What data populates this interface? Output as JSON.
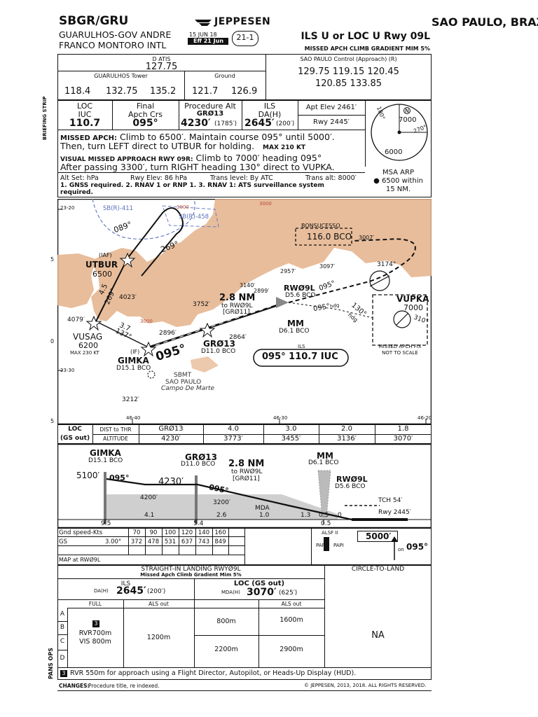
{
  "header": {
    "icao": "SBGR/GRU",
    "airport_line1": "GUARULHOS-GOV ANDRE",
    "airport_line2": "FRANCO MONTORO INTL",
    "brand": "JEPPESEN",
    "date_chart": "15 JUN 18",
    "date_eff": "Eff 21 Jun",
    "chart_no": "21-1",
    "city": "SAO PAULO, BRAZIL",
    "procedure": "ILS U or LOC U Rwy 09L",
    "missed_gradient": "MISSED APCH CLIMB GRADIENT MIM 5%"
  },
  "comms": {
    "atis_label": "D ATIS",
    "atis_freq": "127.75",
    "tower_label": "GUARULHOS Tower",
    "tower_freqs": [
      "118.4",
      "132.75",
      "135.2"
    ],
    "ground_label": "Ground",
    "ground_freqs": [
      "121.7",
      "126.9"
    ],
    "approach_label": "SAO PAULO Control (Approach) (R)",
    "approach_line1": "129.75  119.15  120.45",
    "approach_line2": "120.85  133.85"
  },
  "briefing": {
    "strip_label": "BRIEFING STRIP",
    "loc_label": "LOC",
    "loc_ident": "IUC",
    "loc_freq": "110.7",
    "final_label": "Final",
    "final_label2": "Apch Crs",
    "final_crs": "095°",
    "proc_alt_label": "Procedure Alt",
    "proc_alt_fix": "GRØ13",
    "proc_alt_val": "4230′",
    "proc_alt_hat": "(1785′)",
    "ils_label": "ILS",
    "ils_da_label": "DA(H)",
    "ils_da": "2645′",
    "ils_dh": "(200′)",
    "apt_elev": "Apt Elev 2461′",
    "rwy_elev": "Rwy 2445′",
    "missed_title": "MISSED APCH:",
    "missed_line1": " Climb to 6500′. Maintain course 095° until 5000′.",
    "missed_line2": "Then, turn LEFT direct to UTBUR for holding.",
    "missed_max": "MAX 210 KT",
    "visual_title": "VISUAL MISSED APPROACH RWY 09R:",
    "visual_line1": " Climb to 7000′ heading 095°",
    "visual_line2": "After passing 3300′, turn RIGHT heading 130° direct to VUPKA.",
    "altset": "Alt Set: hPa",
    "rwy_elev_hpa": "Rwy Elev: 86 hPa",
    "trans_level": "Trans level: By ATC",
    "trans_alt": "Trans alt: 8000′",
    "note_line1": "1. GNSS required. 2. RNAV 1 or RNP 1. 3. RNAV 1: ATS surveillance system",
    "note_line2": "required.",
    "msa_label": "MSA ARP",
    "msa_text1": "6500 within",
    "msa_text2": "15 NM.",
    "msa_alt1": "7000",
    "msa_alt2": "6000",
    "msa_brg1": "180°",
    "msa_brg2": "270°"
  },
  "planview": {
    "lat_top": "23-20",
    "lat_bottom": "23-30",
    "lon_left": "46-40",
    "lon_mid": "46-30",
    "lon_right": "46-20",
    "tick5a": "5",
    "tick0": "0",
    "tick5b": "5",
    "sbr411": "SB(R)-411",
    "sbr458": "SB(R)-458",
    "hold_in": "089°",
    "hold_out": "269°",
    "laf": "(IAF)",
    "utbur": "UTBUR",
    "utbur_alt": "6500",
    "leg_dist": "4.5",
    "leg_crs": "269°",
    "obst4023": "4023′",
    "obst4079": "4079′",
    "vusag": "VUSAG",
    "vusag_alt": "6200",
    "vusag_spd": "MAX 230 KT",
    "leg2_dist": "3.7",
    "leg2_crs": "137°",
    "if_label": "(IF)",
    "gimka": "GIMKA",
    "gimka_dme": "D15.1 BCO",
    "crs_big": "095°",
    "gr013": "GRØ13",
    "gr013_dme": "D11.0 BCO",
    "obst2896": "2896′",
    "obst2864": "2864′",
    "obst3752": "3752′",
    "dist_nm": "2.8 NM",
    "dist_to": "to RWØ9L",
    "dist_fix": "[GRØ11]",
    "obst3140": "3140′",
    "obst2899": "2899′",
    "obst2957": "2957′",
    "obst3097": "3097′",
    "obst3007": "3007′",
    "obst3212": "3212′",
    "bonsucesso": "BONSUCESSO",
    "bco_freq": "116.0 BCO",
    "rw09l": "RWØ9L",
    "rw09l_dme": "D5.6 BCO",
    "mm": "MM",
    "mm_dme": "D6.1 BCO",
    "ils_tag": "ILS",
    "ils_box": "095° 110.7 IUC",
    "crs095": "095°",
    "crs095b": "095°",
    "crs130": "130°",
    "hdg_label": "hdg",
    "crs174": "3174°",
    "crs310": "310°",
    "vupka": "VUPKA",
    "vupka_alt": "7000",
    "missed_fix1": "MISSED APCH FIX",
    "missed_fix2": "NOT TO SCALE",
    "sbmt": "SBMT",
    "sbmt_city": "SAO PAULO",
    "sbmt_name": "Campo De Marte",
    "terrain_alt": "3000"
  },
  "dme_table": {
    "label_loc": "LOC",
    "label_gs": "(GS out)",
    "dist_label": "DIST to THR",
    "alt_label": "ALTITUDE",
    "fixes": [
      "GRØ13",
      "4.0",
      "3.0",
      "2.0",
      "1.8"
    ],
    "alts": [
      "4230′",
      "3773′",
      "3455′",
      "3136′",
      "3070′"
    ]
  },
  "profile": {
    "gimka": "GIMKA",
    "gimka_dme": "D15.1 BCO",
    "gr013": "GRØ13",
    "gr013_dme": "D11.0 BCO",
    "dist_nm": "2.8 NM",
    "dist_to": "to RWØ9L",
    "dist_fix": "[GRØ11]",
    "mm": "MM",
    "mm_dme": "D6.1 BCO",
    "rw09l": "RWØ9L",
    "rw09l_dme": "D5.6 BCO",
    "alt5100": "5100′",
    "crs1": "095°",
    "alt4230": "4230′",
    "crs2": "095°",
    "alt4200": "4200′",
    "alt3200": "3200′",
    "mda": "MDA",
    "tch": "TCH 54′",
    "rwy": "Rwy 2445′",
    "d41": "4.1",
    "d26": "2.6",
    "d10": "1.0",
    "d13": "1.3",
    "d05": "0.5",
    "d0": "0",
    "scale95": "9.5",
    "scale54": "5.4",
    "scale05": "0.5"
  },
  "gs_table": {
    "label": "Gnd speed-Kts",
    "speeds": [
      "70",
      "90",
      "100",
      "120",
      "140",
      "160"
    ],
    "gs_label": "GS",
    "gs_angle": "3.00°",
    "rates": [
      "372",
      "478",
      "531",
      "637",
      "743",
      "849"
    ],
    "map_label": "MAP at RWØ9L",
    "alsf": "ALSF II",
    "papi_l": "PAPI",
    "papi_r": "PAPI",
    "missed_alt": "5000′",
    "on_label": "on",
    "missed_crs": "095°"
  },
  "minimums": {
    "straight_title": "STRAIGHT-IN LANDING RWYØ9L",
    "straight_sub": "Missed Apch Climb Gradient Mim 5%",
    "circle_title": "CIRCLE-TO-LAND",
    "ils_head": "ILS",
    "ils_da_label": "DA(H)",
    "ils_da": "2645′",
    "ils_dh": "(200′)",
    "loc_head": "LOC (GS out)",
    "loc_mda_label": "MDA(H)",
    "loc_mda": "3070′",
    "loc_mdh": "(625′)",
    "full": "FULL",
    "als_out": "ALS out",
    "als_out2": "ALS out",
    "cats": [
      "A",
      "B",
      "C",
      "D"
    ],
    "note_num": "3",
    "full_rvr": "RVR700m",
    "full_vis": "VIS 800m",
    "ils_als_out": "1200m",
    "loc_ab": "800m",
    "loc_cd": "2200m",
    "loc_als_ab": "1600m",
    "loc_als_cd": "2900m",
    "circle_val": "NA",
    "pans": "PANS OPS",
    "footnote_num": "3",
    "footnote": "RVR 550m for approach using a Flight Director, Autopilot, or Heads-Up Display (HUD)."
  },
  "footer": {
    "changes_label": "CHANGES:",
    "changes": "Procedure title, re indexed.",
    "copyright": "© JEPPESEN, 2013, 2018. ALL RIGHTS RESERVED."
  }
}
